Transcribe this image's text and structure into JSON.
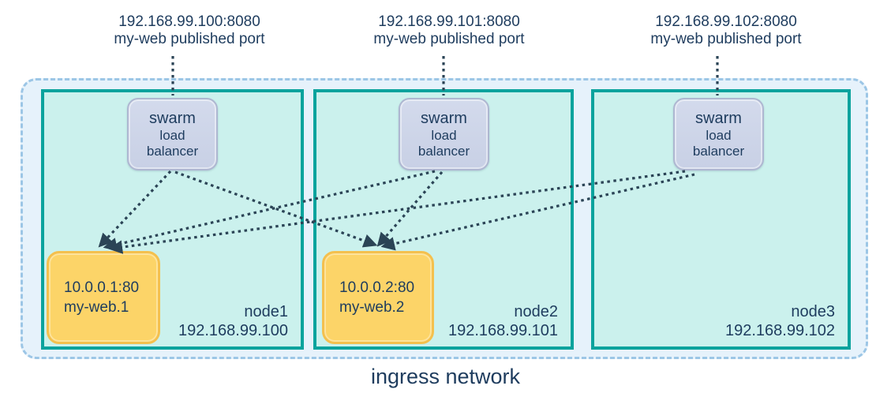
{
  "published_ports": [
    {
      "address": "192.168.99.100:8080",
      "caption": "my-web published port"
    },
    {
      "address": "192.168.99.101:8080",
      "caption": "my-web published port"
    },
    {
      "address": "192.168.99.102:8080",
      "caption": "my-web published port"
    }
  ],
  "nodes": [
    {
      "name": "node1",
      "ip": "192.168.99.100",
      "load_balancer": [
        "swarm",
        "load",
        "balancer"
      ],
      "task": {
        "address": "10.0.0.1:80",
        "name": "my-web.1"
      }
    },
    {
      "name": "node2",
      "ip": "192.168.99.101",
      "load_balancer": [
        "swarm",
        "load",
        "balancer"
      ],
      "task": {
        "address": "10.0.0.2:80",
        "name": "my-web.2"
      }
    },
    {
      "name": "node3",
      "ip": "192.168.99.102",
      "load_balancer": [
        "swarm",
        "load",
        "balancer"
      ],
      "task": null
    }
  ],
  "ingress_label": "ingress network",
  "colors": {
    "node_border": "#0ba39d",
    "node_fill": "#cbf1ed",
    "ingress_fill": "#e6f2fb",
    "ingress_border": "#9cc6e6",
    "load_balancer_fill": "#ccd4e8",
    "load_balancer_border": "#aeb7d1",
    "task_fill": "#fcd468",
    "task_border": "#f4c04e",
    "text": "#1e3c5e",
    "dotted_line": "#2b4456"
  }
}
